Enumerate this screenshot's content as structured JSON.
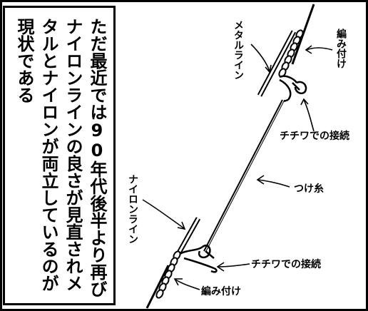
{
  "caption": "ただ最近では90年代後半より再びナイロンラインの良さが見直されメタルとナイロンが両立しているのが現状である",
  "labels": {
    "metal_line": "メタルライン",
    "nylon_line": "ナイロンライン",
    "amitsuke_top": "編み付け",
    "amitsuke_bottom": "編み付け",
    "chichiwa_top": "チチワでの接続",
    "chichiwa_bottom": "チチワでの接続",
    "tsukeito": "つけ糸"
  }
}
